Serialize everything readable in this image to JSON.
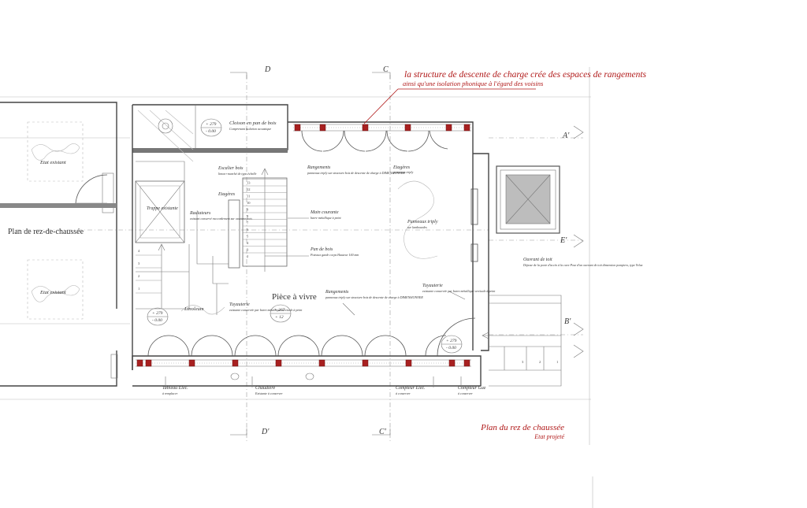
{
  "annotation": {
    "line1": "la structure de descente de charge crée des espaces de rangements",
    "line2": "ainsi qu'une isolation phonique à l'égard des voisins"
  },
  "section_marks": {
    "d_top": "D",
    "c_top": "C",
    "d_bottom": "D'",
    "c_bottom": "C'",
    "a_prime": "A'",
    "e_prime": "E'",
    "b_prime": "B'"
  },
  "labels": {
    "etat_existant_1": "Etat existant",
    "etat_existant_2": "Etat existant",
    "plan_rdc": "Plan de rez-de-chaussée",
    "trappe": "Trappe existante",
    "cloison_title": "Cloison en pan de bois",
    "cloison_sub": "Comprenant isolation acoustique",
    "escalier_title": "Escalier bois",
    "escalier_sub": "limon+marché de type échelle",
    "etageres_1": "Etagères",
    "rangements_1_title": "Rangements",
    "rangements_1_sub": "panneaux triply sur structure bois de descente de charge à DIMENSIONNER",
    "etageres_2_title": "Etagères",
    "etageres_2_sub": "panneaux triply",
    "radiateurs_title": "Radiateurs",
    "radiateurs_sub": "existant conservé raccordement sur ossature bois",
    "main_courante_title": "Main courante",
    "main_courante_sub": "barre métallique à peint",
    "panneaux_triply_title": "Panneaux triply",
    "panneaux_triply_sub": "sur lambourdes",
    "pan_de_bois_title": "Pan de bois",
    "pan_de_bois_sub": "Poteaux garde corps Hauteur 100 mm",
    "piece_a_vivre": "Pièce à vivre",
    "rangements_2_title": "Rangements",
    "rangements_2_sub": "panneaux triply sur structure bois de descente de charge à DIMENSIONNER",
    "tuyauterie_1_title": "Tuyauterie",
    "tuyauterie_1_sub": "existante conservée par barre métallique verticale à peint",
    "tuyauterie_2_title": "Tuyauterie",
    "tuyauterie_2_sub": "existante conservée par barre métallique verticale à peint",
    "linoleum": "Linoleum",
    "ouvrant_title": "Ouvrant de toit",
    "ouvrant_sub": "Dépose de la porte d'accès à la cave Pose d'un ouvrant de toit dimension pompiers, type Velux",
    "tableau_title": "Tableau Elec.",
    "tableau_sub": "à remplacer",
    "chaudiere_title": "Chaudière",
    "chaudiere_sub": "Existante à conserver",
    "compteur_elec_title": "Compteur Elec.",
    "compteur_elec_sub": "à conserver",
    "compteur_gaz_title": "Compteur Gaz",
    "compteur_gaz_sub": "à conserver"
  },
  "levels": {
    "l1_top": "+ 279",
    "l1_bot": "- 0.00",
    "l2_top": "+ 279",
    "l2_bot": "- 0.00",
    "l3_top": "+ 267",
    "l3_bot": "+ 12",
    "l4_top": "+ 279",
    "l4_bot": "- 0.00"
  },
  "stair_steps": [
    "13",
    "12",
    "11",
    "10",
    "9",
    "8",
    "7",
    "6",
    "5",
    "4",
    "3",
    "2"
  ],
  "left_steps": [
    "4",
    "3",
    "2",
    "1"
  ],
  "right_steps": [
    "3",
    "2",
    "1"
  ],
  "title_block": {
    "title": "Plan du rez de chaussée",
    "subtitle": "Etat projeté"
  },
  "colors": {
    "accent": "#b01818",
    "pillar": "#a82020",
    "wall": "#444444"
  }
}
